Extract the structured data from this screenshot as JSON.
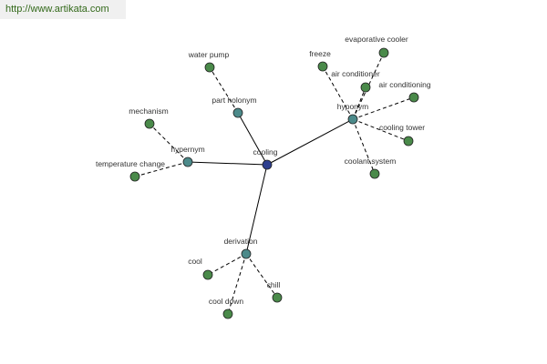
{
  "banner": {
    "url": "http://www.artikata.com"
  },
  "colors": {
    "root": "#2e3f8f",
    "relation": "#4c8a8a",
    "term": "#4a8a4a",
    "edge": "#000000",
    "banner_bg": "#f0f0f0",
    "banner_text": "#33691a"
  },
  "graph": {
    "root": {
      "id": "root",
      "label": "cooling"
    },
    "relations": [
      {
        "id": "part_holonym",
        "label": "part holonym",
        "terms": [
          {
            "id": "water_pump",
            "label": "water pump"
          }
        ]
      },
      {
        "id": "hypernym",
        "label": "hypernym",
        "terms": [
          {
            "id": "mechanism",
            "label": "mechanism"
          },
          {
            "id": "temperature_change",
            "label": "temperature change"
          }
        ]
      },
      {
        "id": "hyponym",
        "label": "hyponym",
        "terms": [
          {
            "id": "freeze",
            "label": "freeze"
          },
          {
            "id": "evaporative_cooler",
            "label": "evaporative cooler"
          },
          {
            "id": "air_conditioner",
            "label": "air conditioner"
          },
          {
            "id": "air_conditioning",
            "label": "air conditioning"
          },
          {
            "id": "cooling_tower",
            "label": "cooling tower"
          },
          {
            "id": "coolant_system",
            "label": "coolant system"
          }
        ]
      },
      {
        "id": "derivation",
        "label": "derivation",
        "terms": [
          {
            "id": "cool",
            "label": "cool"
          },
          {
            "id": "cool_down",
            "label": "cool down"
          },
          {
            "id": "chill",
            "label": "chill"
          }
        ]
      }
    ]
  }
}
